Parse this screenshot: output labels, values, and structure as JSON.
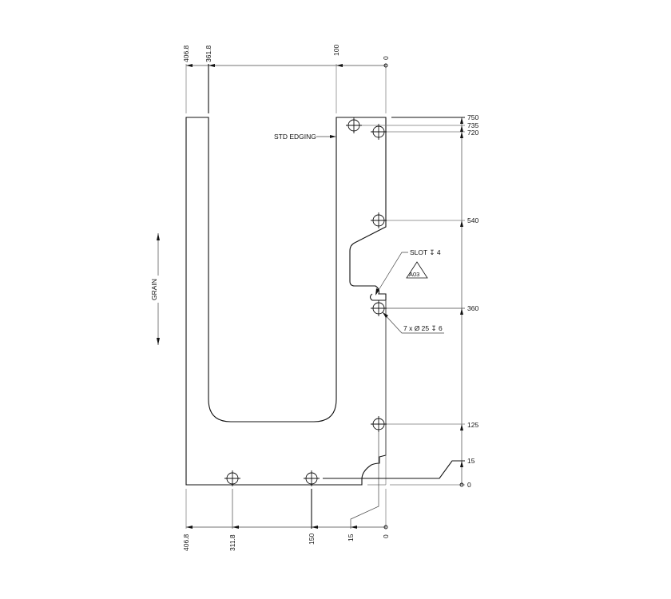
{
  "drawing": {
    "type": "panel-machining-drawing",
    "grain_label": "GRAIN",
    "edging_note": "STD EDGING",
    "slot_note": "SLOT ↧ 4",
    "slot_note_plain": "SLOT",
    "slot_depth_symbol": "↧",
    "slot_depth": "4",
    "hole_note": "7 x Ø 25 ↧ 6",
    "hole_count": "7",
    "hole_diameter": "25",
    "hole_depth": "6",
    "revision_tag": "A03",
    "top_dimensions": [
      "406.8",
      "361.8",
      "100",
      "0"
    ],
    "bottom_dimensions": [
      "406.8",
      "311.8",
      "150",
      "15",
      "0"
    ],
    "right_dimensions": [
      "750",
      "735",
      "720",
      "540",
      "360",
      "125",
      "15",
      "0"
    ],
    "colors": {
      "line": "#111111",
      "dimension": "#444444",
      "extension": "#777777",
      "background": "#ffffff"
    }
  }
}
